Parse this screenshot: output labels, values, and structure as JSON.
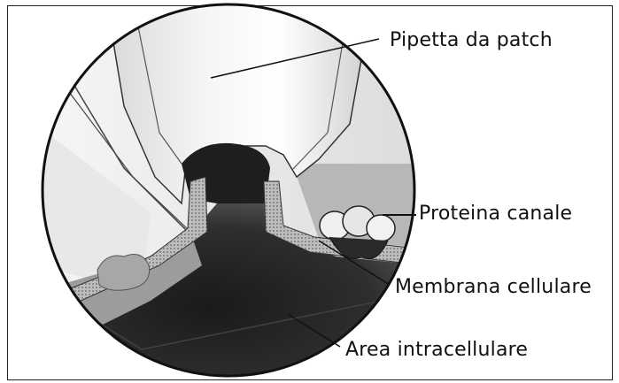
{
  "labels": {
    "pipette": "Pipetta da patch",
    "channel_protein": "Proteina canale",
    "cell_membrane": "Membrana cellulare",
    "intracellular_area": "Area intracellulare"
  }
}
